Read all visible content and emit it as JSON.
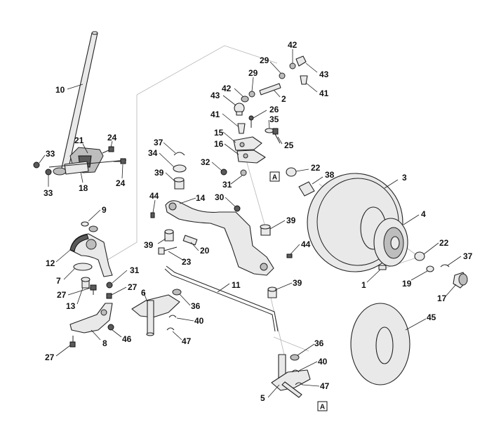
{
  "labels": {
    "steering_tube": "10",
    "gear_assembly": "21",
    "bolt_upper": "24",
    "bolt_lower": "24",
    "nut_left_upper": "33",
    "nut_left_lower": "33",
    "bracket_18": "18",
    "spacer_9": "9",
    "sector_gear": "12",
    "washer_7": "7",
    "bolt_27a": "27",
    "nut_31_lower": "31",
    "bushing_13": "13",
    "bolt_27b": "27",
    "plate_8": "8",
    "nut_46": "46",
    "bolt_27c": "27",
    "clip_37_upper": "37",
    "washer_34": "34",
    "bushing_39a": "39",
    "pin_44a": "44",
    "drag_link_14": "14",
    "nut_30": "30",
    "bushing_39b": "39",
    "bushing_39c": "39",
    "pin_20": "20",
    "bolt_23": "23",
    "bushing_39d": "39",
    "pin_44b": "44",
    "ball_43_upper": "43",
    "boot_42_left": "42",
    "nut_29_left": "29",
    "nut_29_right": "29",
    "boot_42_right": "42",
    "ball_43_right": "43",
    "stud_41_right": "41",
    "tie_rod_2": "2",
    "stud_41_left": "41",
    "bolt_26": "26",
    "washer_35": "35",
    "arm_15": "15",
    "arm_16": "16",
    "bolt_25": "25",
    "nut_32": "32",
    "nut_31_upper": "31",
    "tie_rod_11": "11",
    "spindle_6": "6",
    "washer_36_left": "36",
    "clip_40_left": "40",
    "clip_47_left": "47",
    "spindle_5": "5",
    "washer_36_right": "36",
    "clip_40_right": "40",
    "clip_47_right": "47",
    "ring_22_upper": "22",
    "bushing_38": "38",
    "tire_3": "3",
    "rim_4": "4",
    "valve_1": "1",
    "ring_22_lower": "22",
    "clip_37_right": "37",
    "washer_19": "19",
    "cap_17": "17",
    "tube_45": "45"
  },
  "refs": {
    "upper": "A",
    "lower": "A"
  }
}
